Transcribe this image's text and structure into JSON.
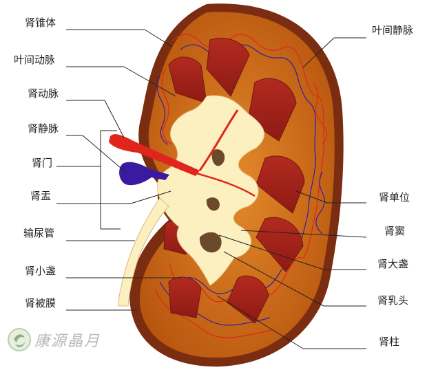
{
  "labels_left": [
    "肾锥体",
    "叶间动脉",
    "肾动脉",
    "肾静脉",
    "肾门",
    "肾盂",
    "输尿管",
    "肾小盏",
    "肾被膜"
  ],
  "labels_right": [
    "叶间静脉",
    "肾单位",
    "肾窦",
    "肾大盏",
    "肾乳头",
    "肾柱"
  ],
  "watermark": "康源晶月",
  "colors": {
    "cortex": "#c96a16",
    "capsule": "#7a2d10",
    "pyramid": "#a8231c",
    "pelvis": "#fdf0c0",
    "artery": "#e0261c",
    "vein": "#3a1aa0",
    "line": "#222222"
  }
}
